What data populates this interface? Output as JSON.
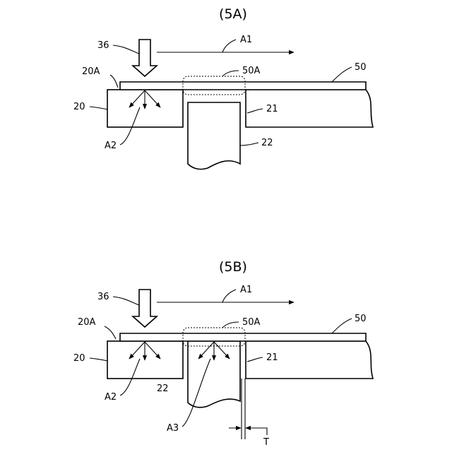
{
  "panels": [
    {
      "title": "(5A)",
      "labels": {
        "nozzle": "36",
        "flow": "A1",
        "surface": "20A",
        "mask": "50A",
        "film": "50",
        "stage": "20",
        "gap": "21",
        "spray_stage": "A2",
        "support": "22"
      }
    },
    {
      "title": "(5B)",
      "labels": {
        "nozzle": "36",
        "flow": "A1",
        "surface": "20A",
        "mask": "50A",
        "film": "50",
        "stage": "20",
        "gap": "21",
        "spray_stage": "A2",
        "support": "22",
        "spray_support": "A3",
        "thickness": "T"
      }
    }
  ]
}
